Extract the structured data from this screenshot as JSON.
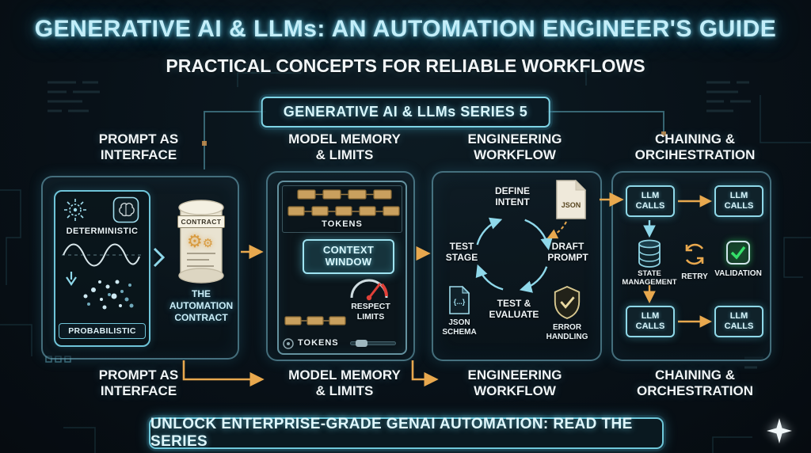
{
  "colors": {
    "cyan": "#8fd8ea",
    "amber": "#e8a84e",
    "red": "#e04038",
    "green": "#35e06a"
  },
  "header": {
    "title": "GENERATIVE AI & LLMs: AN AUTOMATION ENGINEER'S GUIDE",
    "subtitle": "PRACTICAL CONCEPTS FOR RELIABLE WORKFLOWS",
    "series_badge": "GENERATIVE AI & LLMs SERIES 5"
  },
  "columns": [
    {
      "top": "PROMPT AS\nINTERFACE",
      "bottom": "PROMPT AS\nINTERFACE"
    },
    {
      "top": "MODEL MEMORY\n& LIMITS",
      "bottom": "MODEL MEMORY\n& LIMITS"
    },
    {
      "top": "ENGINEERING\nWORKFLOW",
      "bottom": "ENGINEERING\nWORKFLOW"
    },
    {
      "top": "CHAINING &\nORCIHESTRATION",
      "bottom": "CHAINING &\nORCHESTRATION"
    }
  ],
  "panels": {
    "prompt": {
      "deterministic": "DETERMINISTIC",
      "probabilistic": "PROBABILISTIC",
      "contract_tag": "CONTRACT",
      "contract_caption": "THE\nAUTOMATION\nCONTRACT"
    },
    "memory": {
      "tokens_top": "TOKENS",
      "context_window": "CONTEXT\nWINDOW",
      "respect_limits": "RESPECT\nLIMITS",
      "tokens_bottom": "TOKENS"
    },
    "workflow": {
      "define_intent": "DEFINE\nINTENT",
      "json_label": "JSON",
      "draft_prompt": "DRAFT\nPROMPT",
      "test_stage": "TEST\nSTAGE",
      "test_evaluate": "TEST &\nEVALUATE",
      "json_schema": "JSON\nSCHEMA",
      "schema_glyph": "{...}",
      "error_handling": "ERROR\nHANDLING"
    },
    "chaining": {
      "llm_calls": "LLM\nCALLS",
      "state_management": "STATE\nMANAGEMENT",
      "retry": "RETRY",
      "validation": "VALIDATION"
    }
  },
  "footer": {
    "banner": "UNLOCK ENTERPRISE-GRADE GENAI AUTOMATION: READ THE SERIES"
  }
}
